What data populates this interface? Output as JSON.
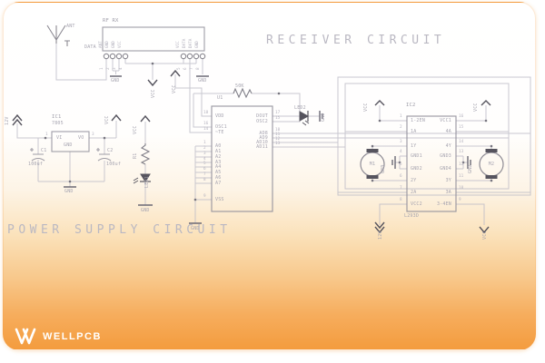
{
  "colors": {
    "brand_orange": "#f49c3e",
    "card_top": "#ffffff",
    "wire_gray": "#bcbac6",
    "component_gray": "#8f8d99",
    "symbol_dark": "#56545e",
    "label_gray": "#a6a4b0",
    "title_gray": "#bab8c2",
    "logo_white": "#ffffff"
  },
  "titles": {
    "receiver": "RECEIVER CIRCUIT",
    "power": "POWER SUPPLY CIRCUIT"
  },
  "logo": {
    "brand": "WELLPCB"
  },
  "power_supply": {
    "supply_label": "12V",
    "regulator": {
      "ref": "IC1",
      "part": "7805",
      "pin_in": "VI",
      "pin_out": "VO",
      "pin_gnd": "GND",
      "num_in": "1",
      "num_out": "3"
    },
    "cap1": {
      "ref": "C1",
      "value": "100uf"
    },
    "cap2": {
      "ref": "C2",
      "value": "100uf"
    },
    "vcc_label": "VCC",
    "gnd_label": "GND"
  },
  "indicator": {
    "vcc": "VCC",
    "resistor": "R1",
    "led": "LED1",
    "gnd": "GND"
  },
  "rf_module": {
    "ref": "RF RX",
    "ant": "ANT",
    "data": "DATA",
    "pins_left": [
      "ANT",
      "GND",
      "GND",
      "VCC"
    ],
    "pins_right": [
      "VCC",
      "DATA",
      "DATA",
      "GND"
    ],
    "nums_left": [
      "1",
      "2",
      "3",
      "4"
    ],
    "nums_right": [
      "5",
      "6",
      "7",
      "8"
    ],
    "gnd_left": "GND",
    "gnd_right": "GND",
    "vcc_a": "VCC",
    "vcc_b": "VCC"
  },
  "decoder": {
    "ref": "U1",
    "resistor_value": "50K",
    "pins_left": [
      {
        "n": "18",
        "label": "VDD"
      },
      {
        "n": "16",
        "label": "OSC1"
      },
      {
        "n": "14",
        "label": "~TE"
      },
      {
        "n": "1",
        "label": "A0"
      },
      {
        "n": "2",
        "label": "A1"
      },
      {
        "n": "3",
        "label": "A2"
      },
      {
        "n": "4",
        "label": "A3"
      },
      {
        "n": "5",
        "label": "A4"
      },
      {
        "n": "6",
        "label": "A5"
      },
      {
        "n": "7",
        "label": "A6"
      },
      {
        "n": "8",
        "label": "A7"
      },
      {
        "n": "9",
        "label": "VSS"
      }
    ],
    "pins_right": [
      {
        "n": "17",
        "label": "DOUT"
      },
      {
        "n": "15",
        "label": "OSC2"
      },
      {
        "n": "10",
        "label": "AD8"
      },
      {
        "n": "11",
        "label": "AD9"
      },
      {
        "n": "12",
        "label": "AD10"
      },
      {
        "n": "13",
        "label": "AD11"
      }
    ],
    "gnd": "GND",
    "led": "LED2",
    "led_gnd": "GND"
  },
  "motor_driver": {
    "ref": "IC2",
    "part": "L293D",
    "pins_left": [
      {
        "n": "1",
        "label": "1-2EN"
      },
      {
        "n": "2",
        "label": "1A"
      },
      {
        "n": "3",
        "label": "1Y"
      },
      {
        "n": "4",
        "label": "GND1"
      },
      {
        "n": "5",
        "label": "GND2"
      },
      {
        "n": "6",
        "label": "2Y"
      },
      {
        "n": "7",
        "label": "2A"
      },
      {
        "n": "8",
        "label": "VCC2"
      }
    ],
    "pins_right": [
      {
        "n": "16",
        "label": "VCC1"
      },
      {
        "n": "15",
        "label": "4A"
      },
      {
        "n": "14",
        "label": "4Y"
      },
      {
        "n": "13",
        "label": "GND3"
      },
      {
        "n": "12",
        "label": "GND4"
      },
      {
        "n": "11",
        "label": "3Y"
      },
      {
        "n": "10",
        "label": "3A"
      },
      {
        "n": "9",
        "label": "3-4EN"
      }
    ],
    "vcc_left": "VCC",
    "vcc_right": "VCC",
    "gnd_left": "GND",
    "gnd_right": "GND",
    "motor1": "M1",
    "motor2": "M2",
    "supply_motor": "12V",
    "enable_net": "VCC"
  }
}
